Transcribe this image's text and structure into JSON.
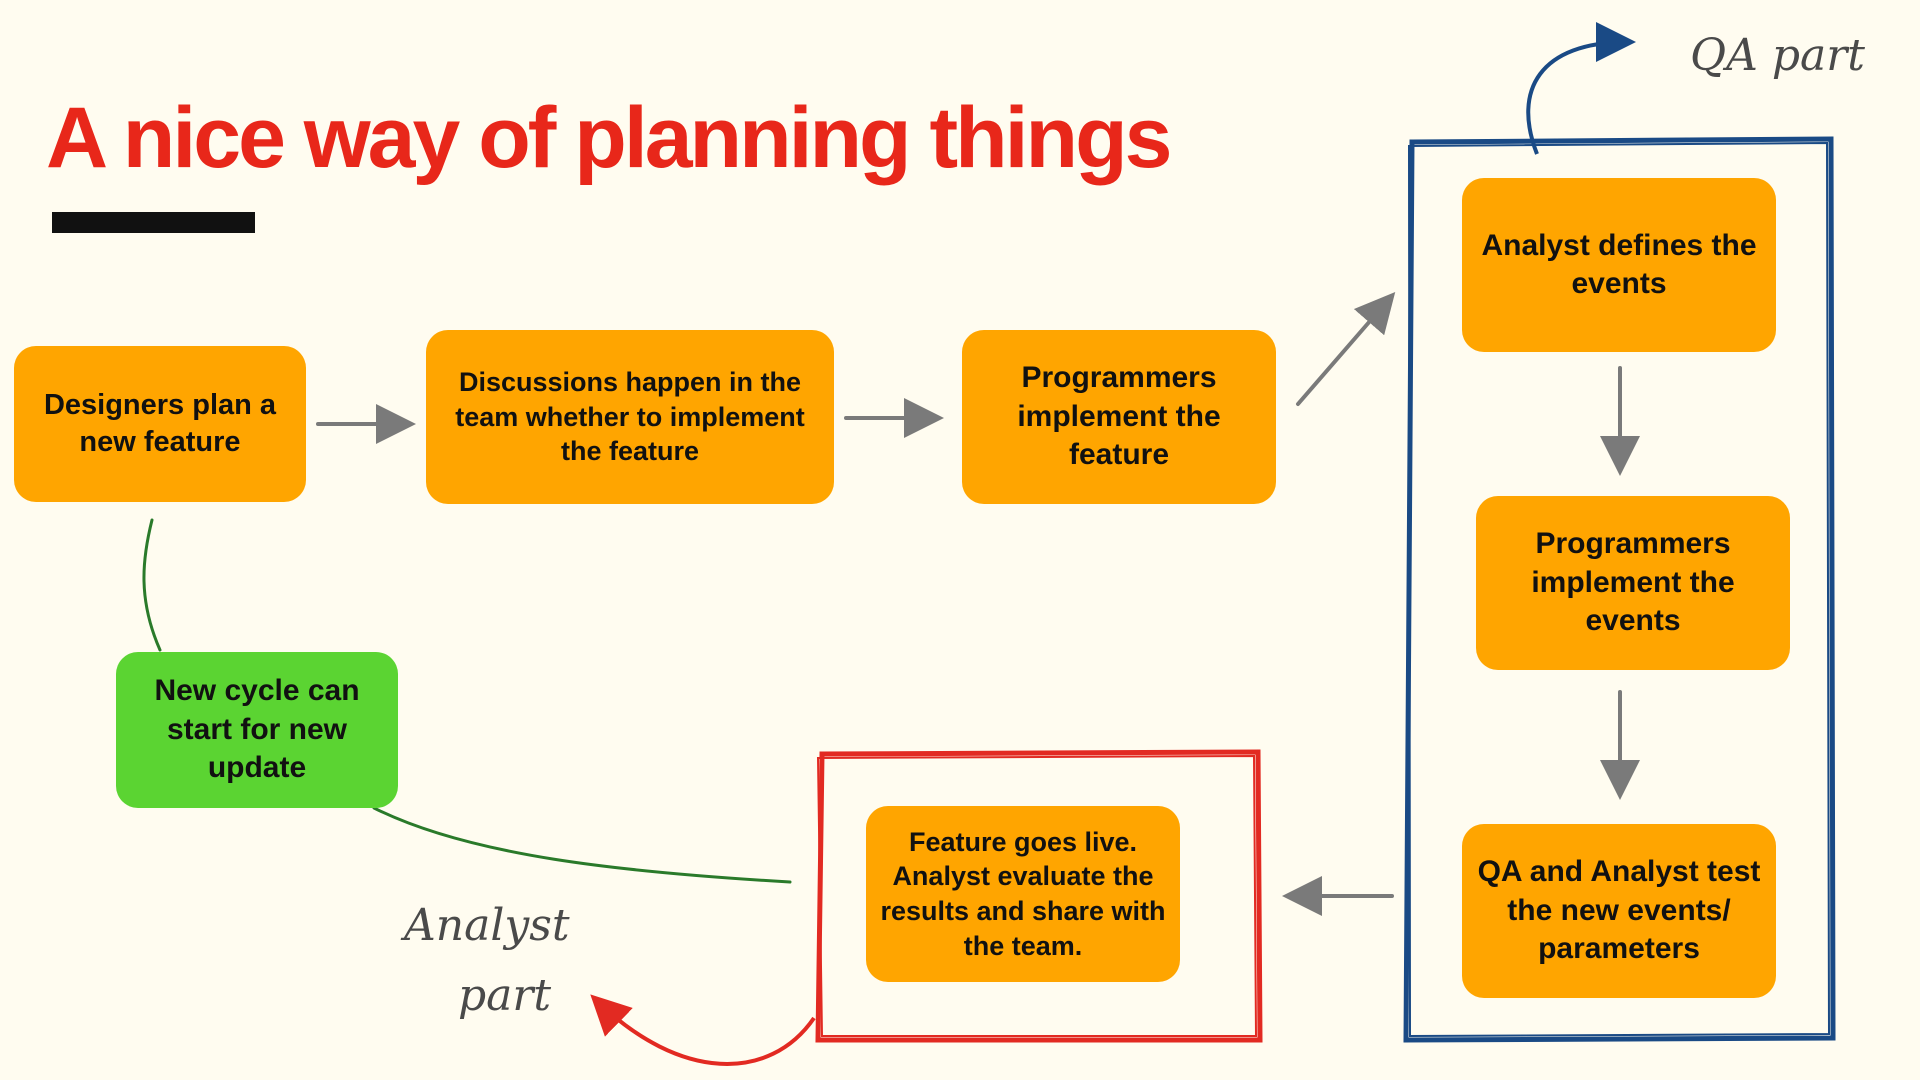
{
  "title": "A nice way of planning things",
  "nodes": {
    "designers": "Designers plan a new feature",
    "discussions": "Discussions happen in the team whether to implement the feature",
    "programmers_feature": "Programmers implement the feature",
    "analyst_defines": "Analyst defines the events",
    "programmers_events": "Programmers implement the events",
    "qa_test": "QA and Analyst test the new events/ parameters",
    "feature_live": "Feature goes live. Analyst evaluate the results and share with the team.",
    "new_cycle": "New cycle can start for new update"
  },
  "annotations": {
    "qa_part": "QA part",
    "analyst_part_line1": "Analyst",
    "analyst_part_line2": "part"
  },
  "colors": {
    "title": "#e8271a",
    "node_orange": "#ffa500",
    "node_green": "#5bd432",
    "qa_frame": "#1a4a85",
    "analyst_frame": "#e22a22",
    "arrow_gray": "#7a7a7a",
    "cycle_line": "#2a7a2a",
    "background": "#fffcf0"
  }
}
